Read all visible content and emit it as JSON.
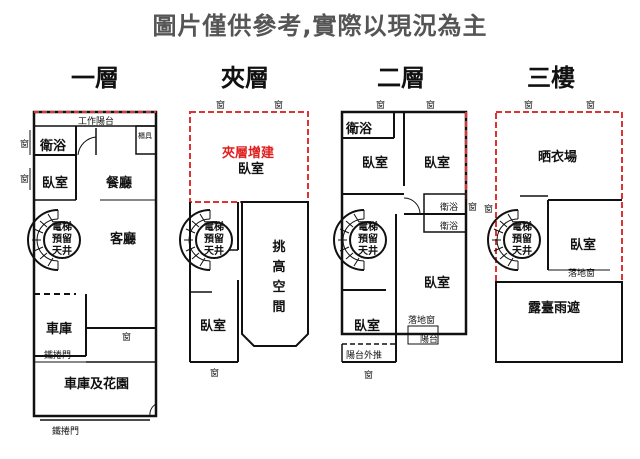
{
  "title": "圖片僅供參考,實際以現況為主",
  "floors": [
    {
      "name": "一層",
      "rooms": {
        "balcony": "工作陽台",
        "bath": "衛浴",
        "bedroom": "臥室",
        "dining": "餐廳",
        "living": "客廳",
        "garage": "車庫",
        "garage_garden": "車庫及花園",
        "stair": [
          "電梯",
          "預留",
          "天井"
        ],
        "window_a": "窗",
        "window_b": "窗",
        "window_c": "窗",
        "iron_door_1": "鐵捲門",
        "iron_door_2": "鐵捲門",
        "shelf": "櫃具"
      }
    },
    {
      "name": "夾層",
      "rooms": {
        "addition": "夾層增建",
        "bedroom_top": "臥室",
        "stair": [
          "電梯",
          "預留",
          "天井"
        ],
        "high_space": "挑高空間",
        "bedroom": "臥室",
        "window_1": "窗",
        "window_2": "窗",
        "window_3": "窗"
      }
    },
    {
      "name": "二層",
      "rooms": {
        "bath": "衛浴",
        "bedroom_1": "臥室",
        "bedroom_2": "臥室",
        "bath_2": "衛浴",
        "bath_3": "衛浴",
        "stair": [
          "電梯",
          "預留",
          "天井"
        ],
        "bedroom_3": "臥室",
        "bedroom_4": "臥室",
        "french_window": "落地窗",
        "balcony": "陽台",
        "balcony_push": "陽台外推",
        "window_1": "窗",
        "window_2": "窗",
        "window_3": "窗",
        "window_4": "窗"
      }
    },
    {
      "name": "三樓",
      "rooms": {
        "drying": "晒衣場",
        "stair": [
          "電梯",
          "預留",
          "天井"
        ],
        "bedroom": "臥室",
        "french_window": "落地窗",
        "terrace": "露臺雨遮",
        "window_1": "窗",
        "window_2": "窗",
        "window_3": "窗"
      }
    }
  ]
}
